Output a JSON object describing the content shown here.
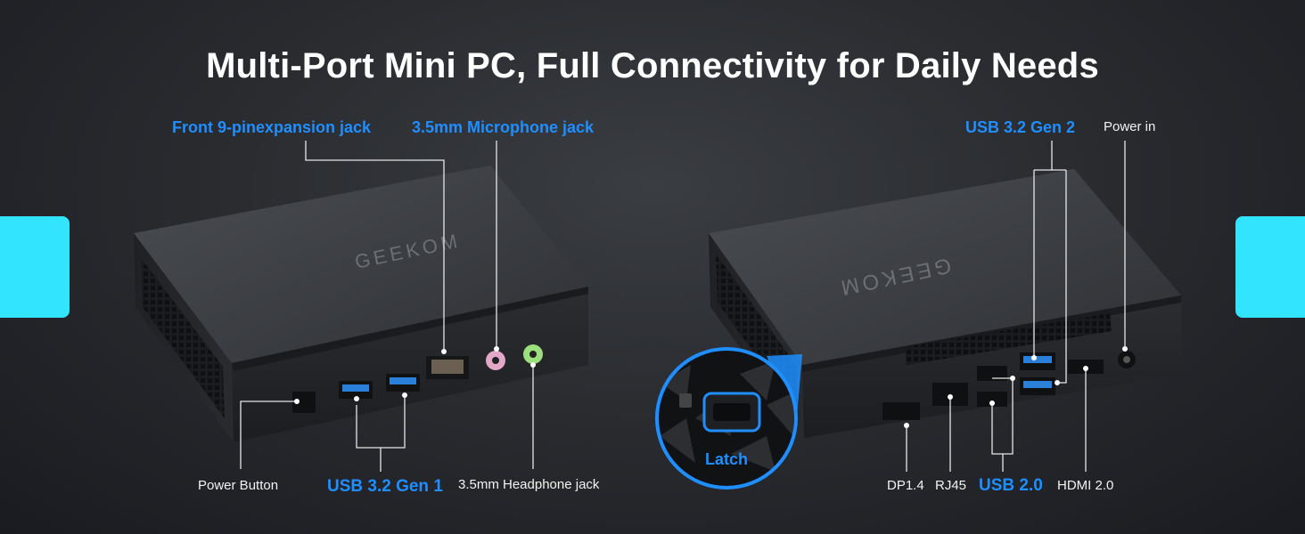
{
  "title": "Multi-Port Mini PC, Full Connectivity for Daily Needs",
  "brand_logo": "GEEKOM",
  "front_unit": {
    "labels": {
      "expansion_jack": "Front 9-pinexpansion jack",
      "microphone_jack": "3.5mm Microphone jack",
      "power_button": "Power Button",
      "usb_gen1": "USB 3.2 Gen 1",
      "headphone_jack": "3.5mm Headphone jack"
    }
  },
  "rear_unit": {
    "labels": {
      "usb_gen2": "USB 3.2 Gen 2",
      "power_in": "Power in",
      "dp": "DP1.4",
      "rj45": "RJ45",
      "usb2": "USB 2.0",
      "hdmi": "HDMI 2.0",
      "latch": "Latch"
    }
  },
  "colors": {
    "accent_blue": "#1f8fff",
    "side_tab_cyan": "#33e4ff",
    "background": "#2a2c30"
  }
}
